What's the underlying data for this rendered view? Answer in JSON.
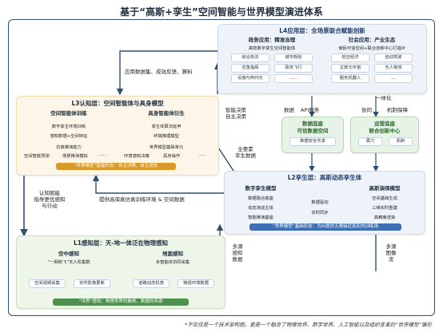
{
  "title": "基于“高斯+孪生”空间智能与世界模型演进体系",
  "footnote": "*不仅仅是一个技术架构图，更是一个融合了物理世界、数字世界、人工智能以及组织变革的“世界模型”雏形",
  "l4": {
    "title": "L4应用层：全场景联合赋能创新",
    "left_header": "政务应用：精准治理",
    "left_subheader": "高效数字孪生空间智能体",
    "left_items": [
      "综合执法",
      "城市规划",
      "应急指挥",
      "政务飞行",
      "设施与商代化",
      "....."
    ],
    "right_header": "社会应用：产业生态",
    "right_subheader": "使民可信空间+联合创新中心打造IP",
    "right_items": [
      "低空经济",
      "自动驾驶",
      "文旅元宇宙",
      "无人物流",
      "服务机器人",
      "....."
    ]
  },
  "l3": {
    "title": "L3认知层：空间智能体与具身模型",
    "left_header": "空间智能体训练",
    "left_items": [
      "数字孪生环境训练",
      "感知数据+空间特征",
      "仿真推演能力"
    ],
    "left_sub": [
      "空间智能预测",
      "场景推演模拟",
      "....."
    ],
    "right_header": "具身智能体衍生",
    "right_items": [
      "孪生体算法延申",
      "终端推理模型",
      "世界模型基础单元"
    ],
    "right_sub": [
      "环境感知决策",
      "具身操作",
      "....."
    ],
    "footer": "“世界模型”智能形态：自主决策、自主进化"
  },
  "center": {
    "data_base": "数据底座",
    "data_base_sub": "可信数据空间",
    "data_item": "数据安全共享",
    "ops_base": "运营底座",
    "ops_base_sub": "联合创新中心",
    "ops_items": [
      "算力",
      "机制"
    ],
    "tag_data": "数据",
    "tag_api": "API服务",
    "tag_coop": "协同",
    "tag_mech": "机制保障",
    "tag_unify": "一体化"
  },
  "l2": {
    "title": "L2孪生层：高斯动态孪生体",
    "left_header": "数字孪生模型",
    "left_items": [
      "数据融合底座",
      "动态演进主体",
      "智能推演基座"
    ],
    "right_header": "高斯演绎模型",
    "right_items": [
      "空间基础生成",
      "三维实时重建",
      "高精度渲染"
    ],
    "mid_items": [
      "数据驱动",
      "实时同步"
    ],
    "footer": "“世界模型”基础形态：为AI提供无限接近真实的训练场"
  },
  "l1": {
    "title": "L1感知层：天-地一体泛在物理感知",
    "left_header": "空中感知",
    "left_sub": "“一网统飞”无人机集群",
    "left_items": [
      "空间视频采集",
      "实时影像更新"
    ],
    "right_header": "地面感知",
    "right_sub": "多智能体协同采集",
    "right_items": [
      "道路动态机感",
      "微观环境数据"
    ],
    "footer": "“世界”感知：物理世界的触角，数据的来源"
  },
  "arrows": {
    "app_feedback": "应用数据集、成效反馈、算料",
    "smart_decision": "智能决策\n自主决策",
    "twin_data": "全要素\n孪生数据",
    "cognition_empower": "认知赋能\n指导更优感知\n与行动",
    "sim_env": "提供高保真仿真训练环境 & 空间数据",
    "multi_source": "多源\n感知\n数据",
    "multi_source_image": "多源\n图像\n流"
  },
  "colors": {
    "l4": "#eef3fa",
    "l3": "#fdf6e8",
    "l2": "#eef3fa",
    "l1": "#eef6ea",
    "center": "#e7f3e6",
    "accent_blue": "#3e6fb3",
    "accent_green": "#4f8f4f",
    "accent_dark": "#2f4f6f"
  }
}
